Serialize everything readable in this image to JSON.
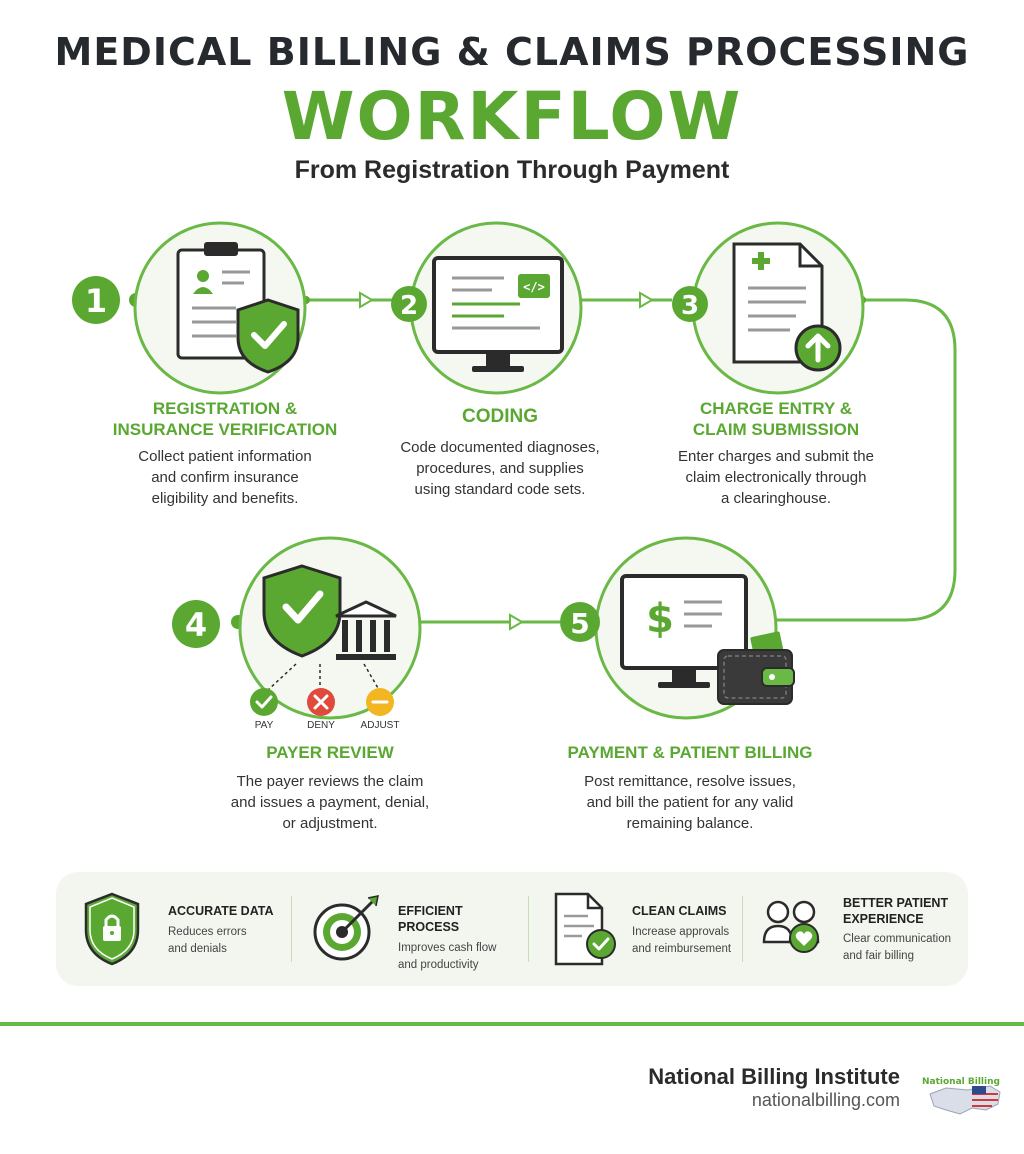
{
  "header": {
    "title_line1": "MEDICAL BILLING & CLAIMS PROCESSING",
    "title_line2": "WORKFLOW",
    "subtitle": "From Registration Through Payment"
  },
  "steps": [
    {
      "number": "1",
      "title_line1": "REGISTRATION &",
      "title_line2": "INSURANCE VERIFICATION",
      "desc_lines": [
        "Collect patient information",
        "and confirm insurance",
        "eligibility and benefits."
      ]
    },
    {
      "number": "2",
      "title_line1": "CODING",
      "title_line2": "",
      "desc_lines": [
        "Code documented diagnoses,",
        "procedures, and supplies",
        "using standard code sets."
      ]
    },
    {
      "number": "3",
      "title_line1": "CHARGE ENTRY &",
      "title_line2": "CLAIM SUBMISSION",
      "desc_lines": [
        "Enter charges and submit the",
        "claim electronically through",
        "a clearinghouse."
      ]
    },
    {
      "number": "4",
      "title_line1": "PAYER REVIEW",
      "title_line2": "",
      "desc_lines": [
        "The payer reviews the claim",
        "and issues a payment, denial,",
        "or adjustment."
      ]
    },
    {
      "number": "5",
      "title_line1": "PAYMENT & PATIENT BILLING",
      "title_line2": "",
      "desc_lines": [
        "Post remittance, resolve issues,",
        "and bill the patient for any valid",
        "remaining balance."
      ]
    }
  ],
  "outcomes": {
    "pay": "PAY",
    "deny": "DENY",
    "adjust": "ADJUST"
  },
  "benefits": [
    {
      "title_line1": "ACCURATE DATA",
      "title_line2": "",
      "desc_lines": [
        "Reduces errors",
        "and denials"
      ]
    },
    {
      "title_line1": "EFFICIENT PROCESS",
      "title_line2": "",
      "desc_lines": [
        "Improves cash flow",
        "and productivity"
      ]
    },
    {
      "title_line1": "CLEAN CLAIMS",
      "title_line2": "",
      "desc_lines": [
        "Increase approvals",
        "and reimbursement"
      ]
    },
    {
      "title_line1": "BETTER PATIENT",
      "title_line2": "EXPERIENCE",
      "desc_lines": [
        "Clear communication",
        "and fair billing"
      ]
    }
  ],
  "footer": {
    "brand": "National Billing Institute",
    "website": "nationalbilling.com",
    "logo_text": "National Billing"
  },
  "colors": {
    "accent": "#5aa832",
    "deny": "#e04a3c",
    "adjust": "#f3b623",
    "dark": "#2b2b2b",
    "panel": "#f2f6ef"
  }
}
